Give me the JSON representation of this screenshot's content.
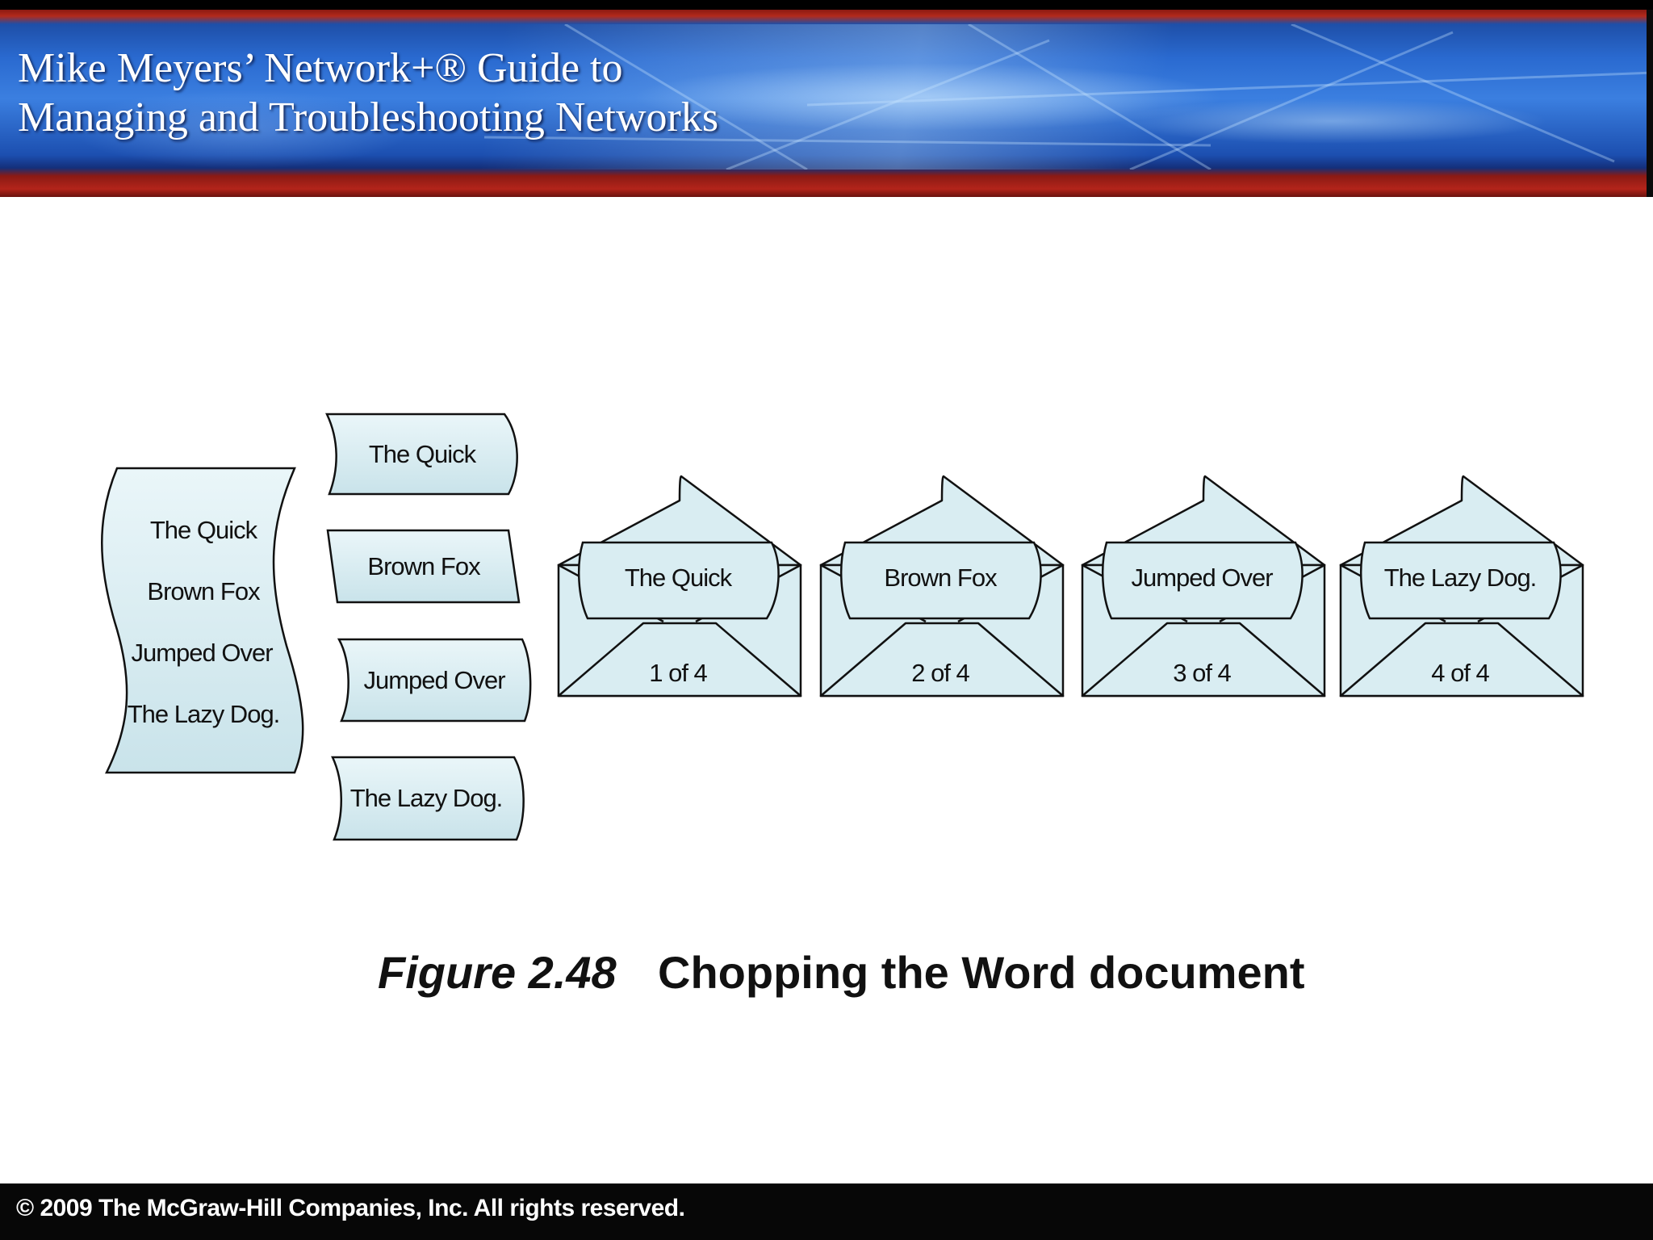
{
  "header": {
    "title_line1": "Mike Meyers’ Network+® Guide to",
    "title_line2": "Managing and Troubleshooting Networks"
  },
  "diagram": {
    "document_lines": [
      "The Quick",
      "Brown Fox",
      "Jumped Over",
      "The Lazy Dog."
    ],
    "chunks": [
      "The Quick",
      "Brown Fox",
      "Jumped Over",
      "The Lazy Dog."
    ],
    "packets": [
      {
        "content": "The Quick",
        "sequence": "1 of 4"
      },
      {
        "content": "Brown Fox",
        "sequence": "2 of 4"
      },
      {
        "content": "Jumped Over",
        "sequence": "3 of 4"
      },
      {
        "content": "The Lazy Dog.",
        "sequence": "4 of 4"
      }
    ],
    "colors": {
      "fill": "#d9edf2",
      "stroke": "#111111"
    }
  },
  "caption": {
    "label": "Figure 2.48",
    "text": "Chopping the Word document"
  },
  "footer": {
    "copyright": "© 2009 The McGraw-Hill Companies, Inc. All rights reserved."
  }
}
